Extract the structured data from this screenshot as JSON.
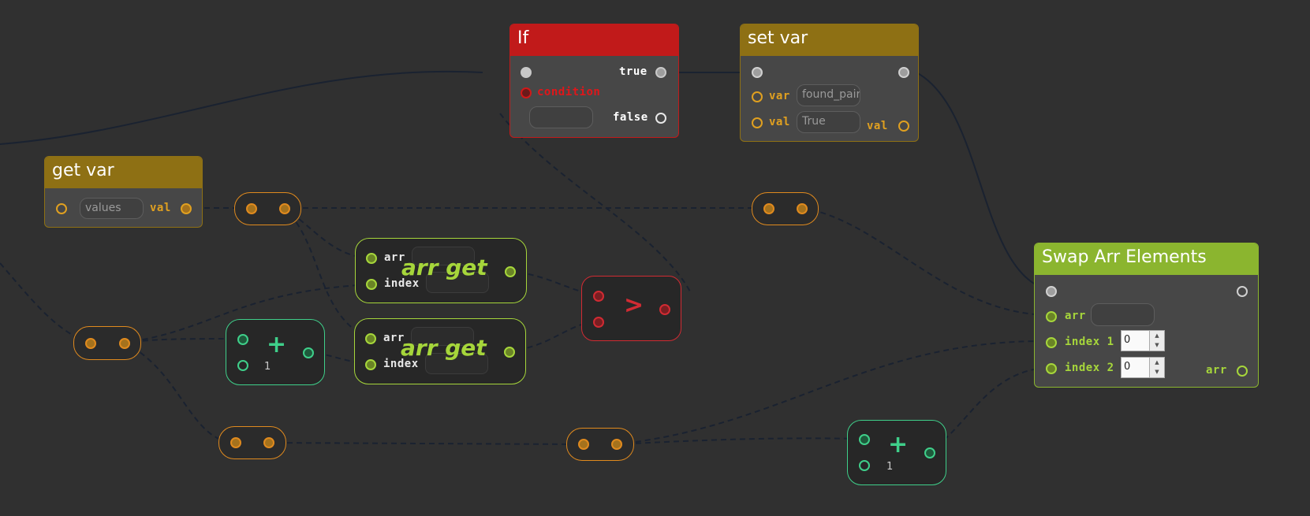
{
  "colors": {
    "background": "#303030",
    "wire": "#1a2230",
    "if_header": "#c11a1a",
    "var_header": "#8e7014",
    "swap_header": "#8bb52f",
    "reroute": "#e08a1e",
    "math": "#3fcf8a",
    "arr": "#a6d63b",
    "compare": "#d12b33"
  },
  "if_node": {
    "title": "If",
    "true_label": "true",
    "condition_label": "condition",
    "false_label": "false"
  },
  "set_var": {
    "title": "set var",
    "var_label": "var",
    "var_value": "found_pair",
    "val_label": "val",
    "val_value": "True",
    "val_out_label": "val"
  },
  "get_var": {
    "title": "get var",
    "value": "values",
    "val_label": "val"
  },
  "arr_get_1": {
    "title": "arr get",
    "arr_label": "arr",
    "index_label": "index"
  },
  "arr_get_2": {
    "title": "arr get",
    "arr_label": "arr",
    "index_label": "index"
  },
  "compare_node": {
    "symbol": ">"
  },
  "add_1": {
    "symbol": "+",
    "constant": "1"
  },
  "add_2": {
    "symbol": "+",
    "constant": "1"
  },
  "swap": {
    "title": "Swap Arr Elements",
    "arr_label": "arr",
    "index1_label": "index 1",
    "index1_value": "0",
    "index2_label": "index 2",
    "index2_value": "0",
    "arr_out_label": "arr"
  },
  "icons": {
    "spin_up": "triangle-up-icon",
    "spin_down": "triangle-down-icon"
  }
}
